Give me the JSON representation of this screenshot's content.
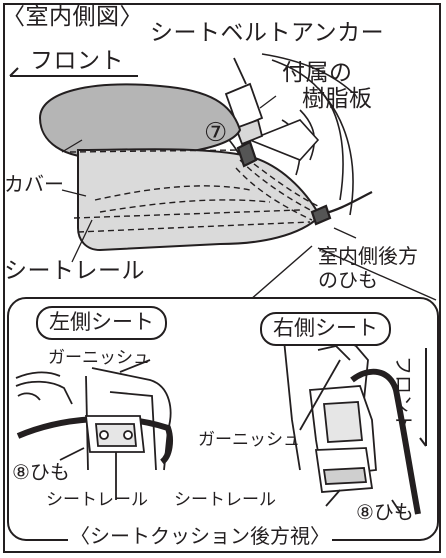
{
  "top_view_title": "〈室内側図〉",
  "seatbelt_anchor_label": "シートベルトアンカー",
  "front_label_top": "フロント",
  "resin_plate_label_line1": "付属の",
  "resin_plate_label_line2": "樹脂板",
  "step_7_marker": "⑦",
  "cover_label": "カバー",
  "seat_rail_label_top": "シートレール",
  "rear_string_label_line1": "室内側後方",
  "rear_string_label_line2": "のひも",
  "left_seat_label": "左側シート",
  "right_seat_label": "右側シート",
  "garnish_label_left": "ガーニッシュ",
  "garnish_label_right": "ガーニッシュ",
  "front_label_side": "フロント",
  "step_8_string_left": "⑧ひも",
  "step_8_string_right": "⑧ひも",
  "seat_rail_label_bottom_1": "シートレール",
  "seat_rail_label_bottom_2": "シートレール",
  "bottom_view_title": "〈シートクッション後方視〉"
}
